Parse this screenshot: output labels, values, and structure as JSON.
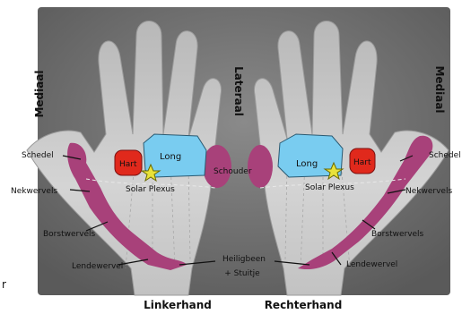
{
  "labels": {
    "mediaal_left": "Mediaal",
    "lateraal": "Lateraal",
    "mediaal_right": "Mediaal",
    "schedel_left": "Schedel",
    "schedel_right": "Schedel",
    "nekwervels_left": "Nekwervels",
    "nekwervels_right": "Nekwervels",
    "borstwervels_left": "Borstwervels",
    "borstwervels_right": "Borstwervels",
    "lendewervel_left": "Lendewervel",
    "lendewervel_right": "Lendewervel",
    "heiligbeen": "Heiligbeen",
    "stuitje": "+ Stuitje",
    "hart_left": "Hart",
    "hart_right": "Hart",
    "long_left": "Long",
    "long_right": "Long",
    "solar_left": "Solar Plexus",
    "solar_right": "Solar Plexus",
    "schouder": "Schouder",
    "linkerhand": "Linkerhand",
    "rechterhand": "Rechterhand",
    "edge_letter": "r"
  },
  "colors": {
    "spine": "#a8417a",
    "heart": "#e0291c",
    "lung": "#79ccf0",
    "background_panel": "#6f6f6f",
    "hand": "#c9c9c9",
    "star": "#e8e23a"
  }
}
